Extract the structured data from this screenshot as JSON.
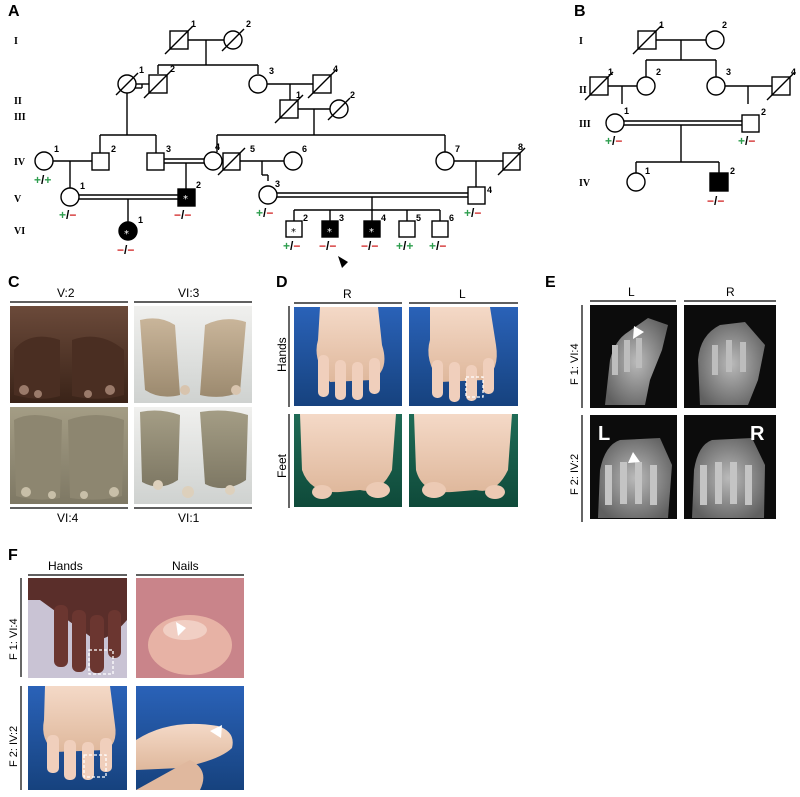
{
  "panels": {
    "A": "A",
    "B": "B",
    "C": "C",
    "D": "D",
    "E": "E",
    "F": "F"
  },
  "generations_a": [
    "I",
    "II",
    "III",
    "IV",
    "V",
    "VI"
  ],
  "generations_b": [
    "I",
    "II",
    "III",
    "IV"
  ],
  "pedigree_a": {
    "ids": {
      "I1": "1",
      "I2": "2",
      "II1": "1",
      "II2": "2",
      "II3": "3",
      "II4": "4",
      "III1": "1",
      "III2": "2",
      "IV1": "1",
      "IV2": "2",
      "IV3": "3",
      "IV4": "4",
      "IV5": "5",
      "IV6": "6",
      "IV7": "7",
      "IV8": "8",
      "V1": "1",
      "V2": "2",
      "V3": "3",
      "V4": "4",
      "VI1": "1",
      "VI2": "2",
      "VI3": "3",
      "VI4": "4",
      "VI5": "5",
      "VI6": "6"
    },
    "genotypes": {
      "IV1": [
        "+",
        "+"
      ],
      "V1": [
        "+",
        "−"
      ],
      "V2": [
        "−",
        "−"
      ],
      "V3": [
        "+",
        "−"
      ],
      "V4": [
        "+",
        "−"
      ],
      "VI1": [
        "−",
        "−"
      ],
      "VI2": [
        "+",
        "−"
      ],
      "VI3": [
        "−",
        "−"
      ],
      "VI4": [
        "−",
        "−"
      ],
      "VI5": [
        "+",
        "+"
      ],
      "VI6": [
        "+",
        "−"
      ]
    },
    "star": "*"
  },
  "pedigree_b": {
    "ids": {
      "I1": "1",
      "I2": "2",
      "II1": "1",
      "II2": "2",
      "II3": "3",
      "II4": "4",
      "III1": "1",
      "III2": "2",
      "IV1": "1",
      "IV2": "2"
    },
    "genotypes": {
      "III1": [
        "+",
        "−"
      ],
      "III2": [
        "+",
        "−"
      ],
      "IV2": [
        "−",
        "−"
      ]
    }
  },
  "panel_c": {
    "labels": [
      "V:2",
      "VI:3",
      "VI:4",
      "VI:1"
    ]
  },
  "panel_d": {
    "columns": [
      "R",
      "L"
    ],
    "rows": [
      "Hands",
      "Feet"
    ]
  },
  "panel_e": {
    "columns": [
      "L",
      "R"
    ],
    "rows": [
      "F 1: VI:4",
      "F 2: IV:2"
    ],
    "overlay_left": "L",
    "overlay_right": "R"
  },
  "panel_f": {
    "columns": [
      "Hands",
      "Nails"
    ],
    "rows": [
      "F 1: VI:4",
      "F 2: IV:2"
    ]
  },
  "colors": {
    "green": "#2e9e4e",
    "red": "#d22b2b",
    "photo_blue": "#1f4f9c",
    "xray_bg": "#0c0c0c"
  }
}
